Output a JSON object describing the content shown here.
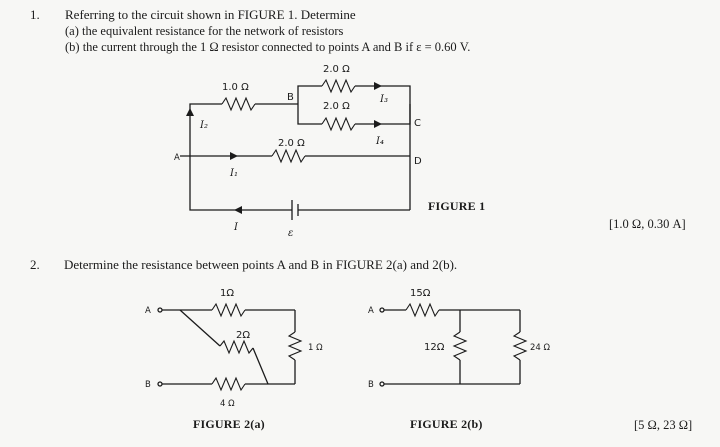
{
  "q1": {
    "number": "1.",
    "intro": "Referring to the circuit shown in FIGURE 1. Determine",
    "part_a": "(a) the equivalent resistance for the network of resistors",
    "part_b": "(b) the current through the 1 Ω resistor connected to points A and B if ε = 0.60 V.",
    "answer": "[1.0 Ω, 0.30 A]",
    "figure": {
      "caption": "FIGURE 1",
      "r_top": "2.0 Ω",
      "r_left": "1.0 Ω",
      "r_mid": "2.0 Ω",
      "r_lower": "2.0 Ω",
      "node_b": "B",
      "node_c": "C",
      "node_d": "D",
      "node_a": "A",
      "i1": "I₁",
      "i2": "I₂",
      "i3": "I₃",
      "i4": "I₄",
      "i": "I",
      "emf": "ε"
    }
  },
  "q2": {
    "number": "2.",
    "text": "Determine the resistance between points A and B in FIGURE 2(a) and 2(b).",
    "answer": "[5 Ω, 23 Ω]",
    "fig_a": {
      "caption": "FIGURE 2(a)",
      "r_top": "1Ω",
      "r_diag": "2Ω",
      "r_right": "1 Ω",
      "r_bottom": "4 Ω",
      "node_a": "A",
      "node_b": "B"
    },
    "fig_b": {
      "caption": "FIGURE 2(b)",
      "r_top": "15Ω",
      "r_mid": "12Ω",
      "r_right": "24 Ω",
      "node_a": "A",
      "node_b": "B"
    }
  }
}
